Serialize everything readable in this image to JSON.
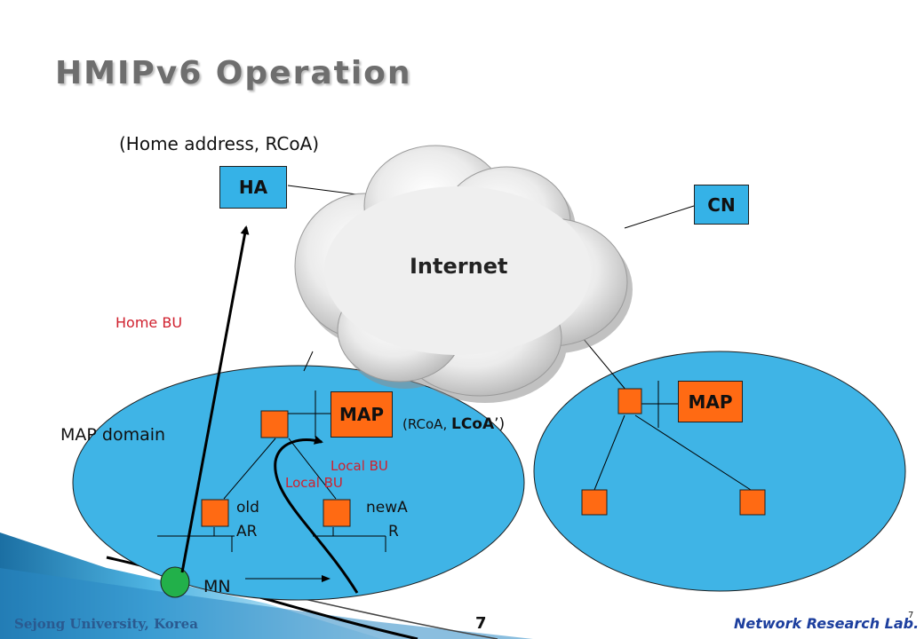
{
  "slide": {
    "title": "HMIPv6 Operation",
    "page_number": "7",
    "page_number_small": "7",
    "footer_left": "Sejong University, Korea",
    "footer_right": "Network Research Lab."
  },
  "diagram": {
    "ha_label": "HA",
    "ha_binding": "(Home address, RCoA)",
    "cn_label": "CN",
    "internet_label": "Internet",
    "home_bu": "Home BU",
    "map_left": "MAP",
    "map_right": "MAP",
    "map_binding_prefix": "(RCoA,",
    "map_binding_lcoa": "LCoA",
    "map_binding_suffix": "’)",
    "map_domain": "MAP domain",
    "local_bu_1": "Local BU",
    "local_bu_2": "Local BU",
    "old_ar_line1": "old",
    "old_ar_line2": "AR",
    "new_ar_line1": "newA",
    "new_ar_line2": "R",
    "mn_label": "MN"
  },
  "colors": {
    "domain_fill": "#3fb4e6",
    "router_fill": "#ff6a13",
    "node_box_fill": "#35b2e7",
    "mn_fill": "#22b04a",
    "bu_text": "#d0202e",
    "footer_blue": "#1d3f9e"
  }
}
